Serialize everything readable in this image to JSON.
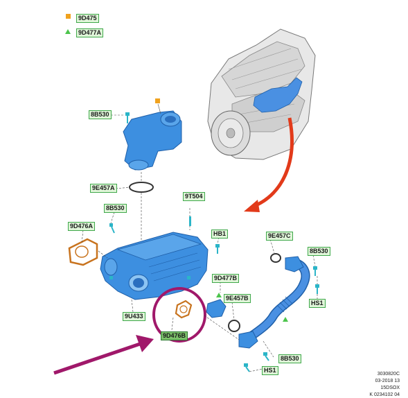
{
  "legend": [
    {
      "symbol": "orange-square",
      "code": "9D475"
    },
    {
      "symbol": "green-triangle",
      "code": "9D477A"
    }
  ],
  "callouts": {
    "egr_valve_bolt": "8B530",
    "valve_gasket": "9E457A",
    "stud": "9T504",
    "cooler_bolt_left": "8B530",
    "gasket_left": "9D476A",
    "bolt_hb1_top": "HB1",
    "gasket_9e457c": "9E457C",
    "pipe_bolt_right": "8B530",
    "pipe_hs1_top": "HS1",
    "gasket_9d477b": "9D477B",
    "gasket_9e457b": "9E457B",
    "cooler_assembly": "9U433",
    "gasket_highlight": "9D476B",
    "pipe_bolt_bottom": "8B530",
    "pipe_hs1_bottom": "HS1"
  },
  "reference": {
    "line1": "3030820C",
    "line2": "03-2018 13",
    "line3": "15DSOX",
    "line4": "K 0234102 04"
  },
  "colors": {
    "part_blue": "#3d8fe0",
    "part_dark": "#1f5fa8",
    "gasket_orange": "#c8731e",
    "arrow_red": "#e23a1a",
    "arrow_magenta": "#a0186a",
    "label_fill": "#dff5d8",
    "label_border": "#3fa84a",
    "bolt_cyan": "#2bb5c8"
  }
}
